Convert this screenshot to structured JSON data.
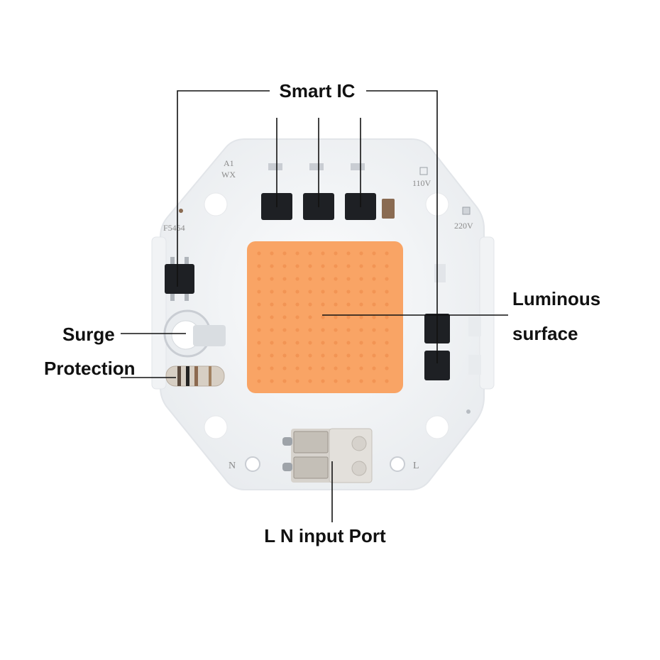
{
  "callouts": {
    "smart_ic": "Smart IC",
    "luminous_line1": "Luminous",
    "luminous_line2": "surface",
    "surge_line1": "Surge",
    "surge_line2": "Protection",
    "input_port": "L N input Port"
  },
  "board_markings": {
    "model_a1": "A1",
    "model_wx": "WX",
    "part_code": "F5454",
    "voltage_110": "110V",
    "voltage_220": "220V",
    "terminal_n": "N",
    "terminal_l": "L"
  },
  "colors": {
    "led_surface": "#f9a465",
    "board": "#f4f6f8",
    "chip": "#1e2024",
    "leader_line": "#111111"
  }
}
